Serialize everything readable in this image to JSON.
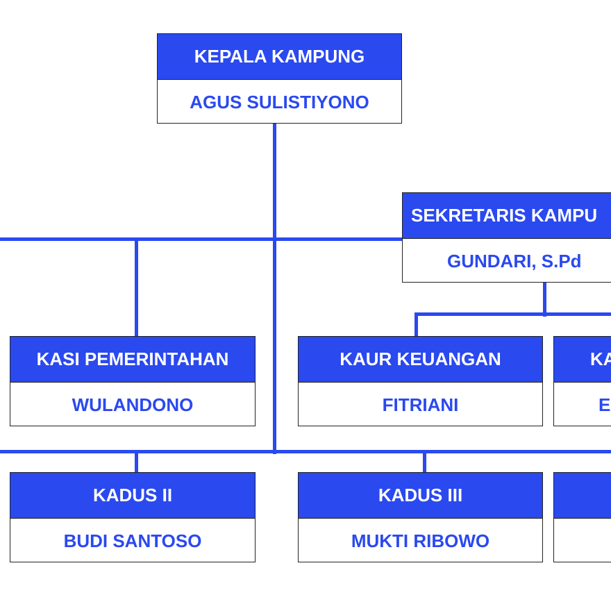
{
  "colors": {
    "accent": "#2a49ef",
    "border": "#222222",
    "background": "#ffffff"
  },
  "nodes": {
    "kepala": {
      "title": "KEPALA KAMPUNG",
      "name": "AGUS SULISTIYONO"
    },
    "sekretaris": {
      "title": "SEKRETARIS KAMPU",
      "name": "GUNDARI, S.Pd"
    },
    "kasi_pemerintahan": {
      "title": "KASI PEMERINTAHAN",
      "name": "WULANDONO"
    },
    "kaur_keuangan": {
      "title": "KAUR KEUANGAN",
      "name": "FITRIANI"
    },
    "kaur_partial": {
      "title": "KA",
      "name": "E"
    },
    "kadus_2": {
      "title": "KADUS II",
      "name": "BUDI SANTOSO"
    },
    "kadus_3": {
      "title": "KADUS III",
      "name": "MUKTI RIBOWO"
    },
    "kadus_partial": {
      "title": "",
      "name": ""
    }
  }
}
